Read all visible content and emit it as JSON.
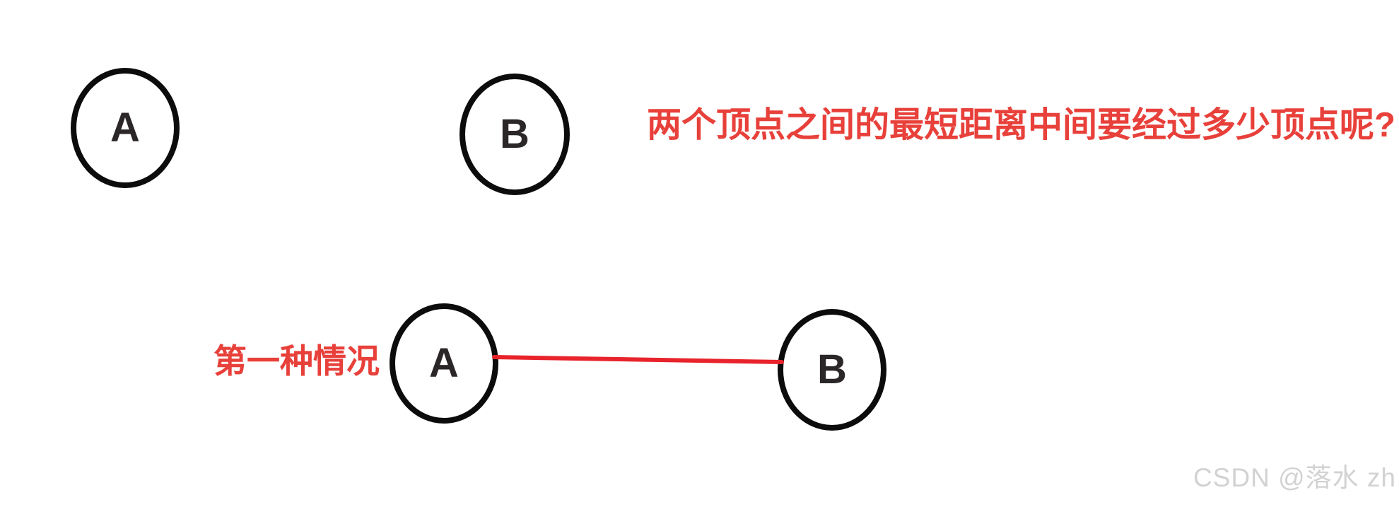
{
  "colors": {
    "background": "#ffffff",
    "annotation_red": "#e8403a",
    "edge_red": "#e8232b",
    "node_stroke_black": "#0c0c0c",
    "node_label_black": "#2b2728",
    "watermark_gray": "#d2d2d2"
  },
  "question": {
    "text": "两个顶点之间的最短距离中间要经过多少顶点呢?"
  },
  "top_pair": {
    "node_a": "A",
    "node_b": "B"
  },
  "case_one": {
    "caption": "第一种情况",
    "node_a": "A",
    "node_b": "B"
  },
  "watermark": {
    "text": "CSDN @落水 zh"
  }
}
